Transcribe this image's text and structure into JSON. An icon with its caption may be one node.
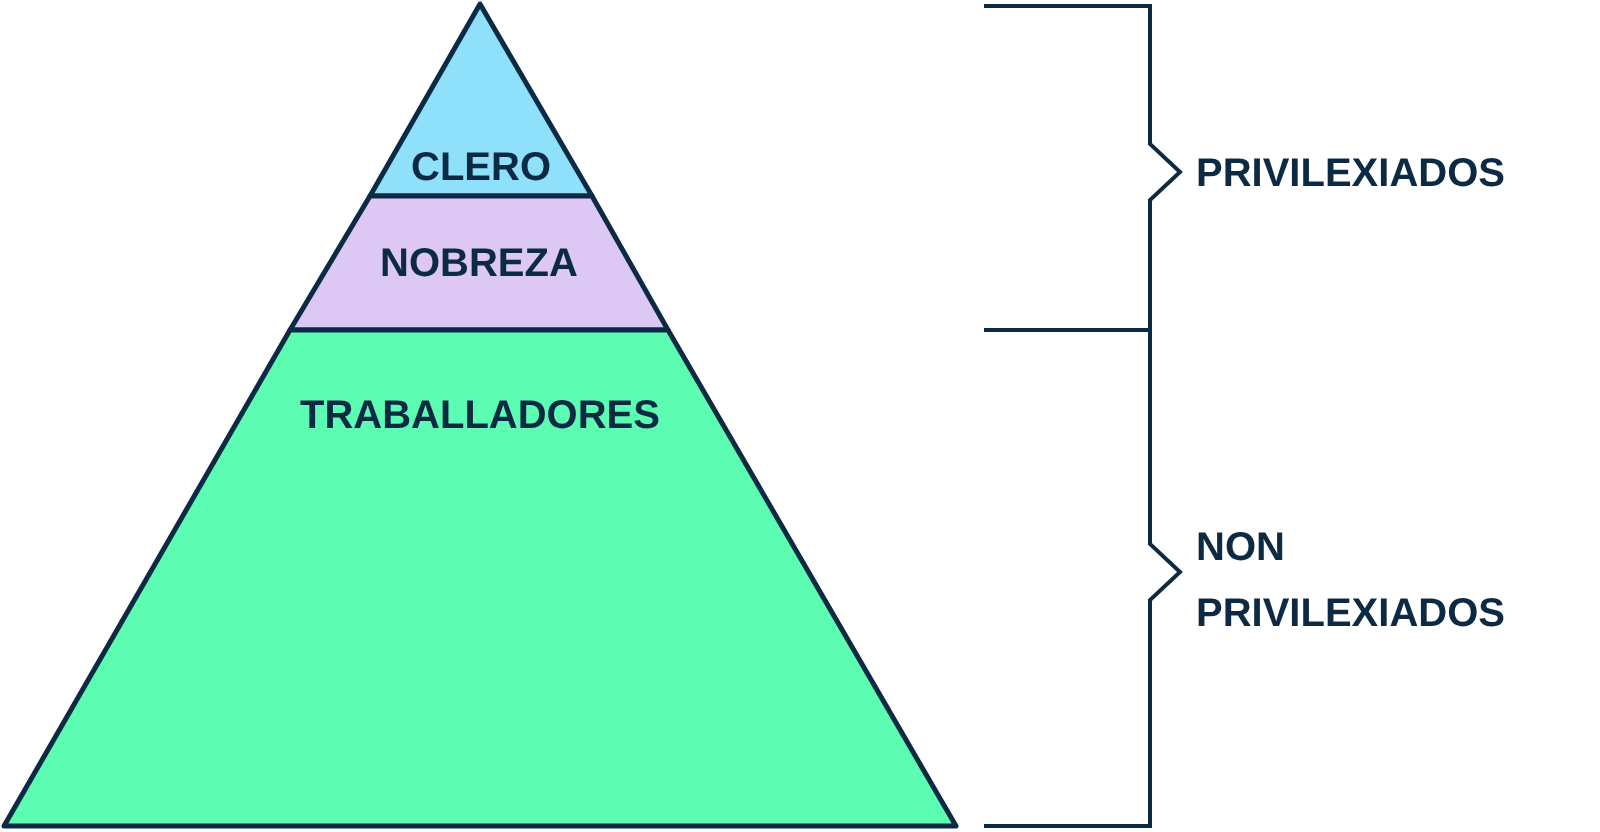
{
  "diagram": {
    "nodes": [
      {
        "text": [
          "CLERO"
        ]
      },
      {
        "text": [
          "NOBREZA"
        ]
      },
      {
        "text": [
          "TRABALLADORES"
        ]
      }
    ],
    "labels": [
      "PRIVILEXIADOS",
      "NON PRIVILEXIADOS"
    ]
  }
}
